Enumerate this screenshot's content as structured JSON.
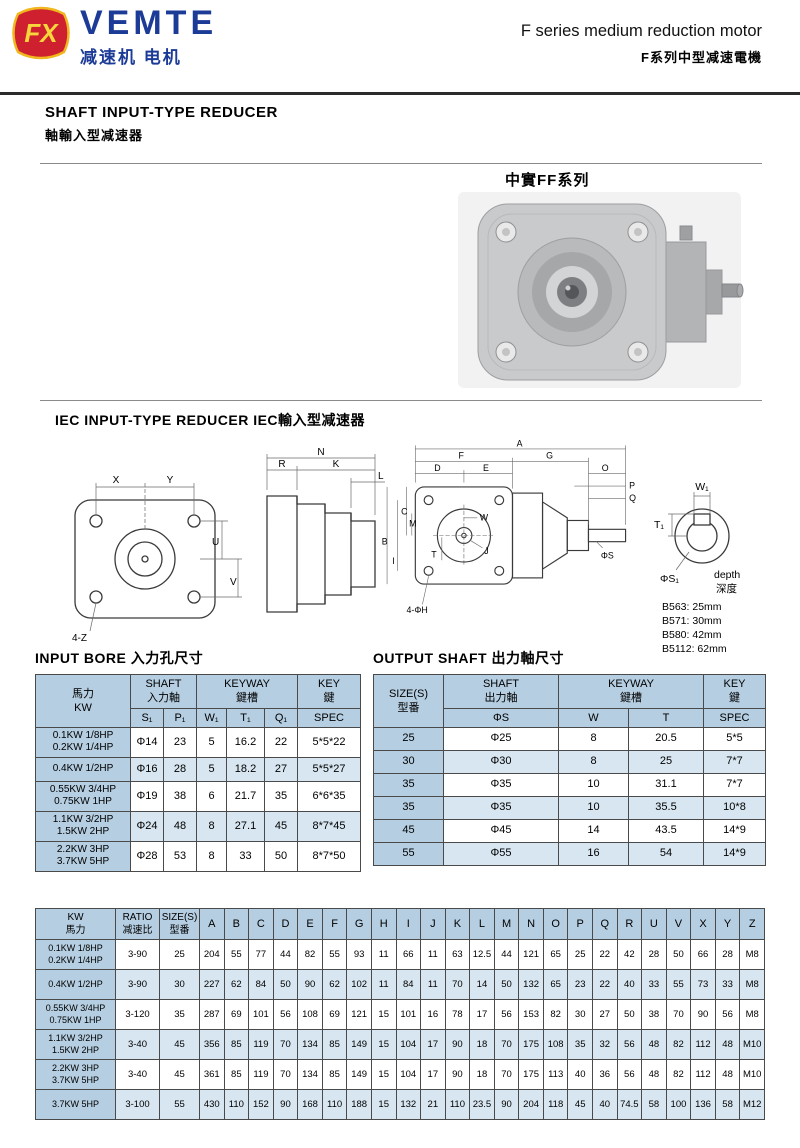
{
  "header": {
    "logo_text": "FX",
    "brand": "VEMTE",
    "brand_sub": "减速机 电机",
    "title_en": "F series medium reduction motor",
    "title_zh": "F系列中型减速電機"
  },
  "section": {
    "title_en": "SHAFT INPUT-TYPE REDUCER",
    "title_zh": "軸輸入型减速器",
    "series_label": "中實FF系列"
  },
  "iec": {
    "title": "IEC INPUT-TYPE REDUCER  IEC輸入型减速器",
    "labels": {
      "x": "X",
      "y": "Y",
      "u": "U",
      "v": "V",
      "z4": "4-Z",
      "n": "N",
      "r": "R",
      "k": "K",
      "l": "L",
      "a": "A",
      "f": "F",
      "g": "G",
      "d": "D",
      "e": "E",
      "o": "O",
      "p": "P",
      "q": "Q",
      "c": "C",
      "m": "M",
      "b": "B",
      "i": "I",
      "t": "T",
      "w": "W",
      "j": "J",
      "phis": "ΦS",
      "h4": "4-ΦH",
      "w1": "W₁",
      "t1": "T₁",
      "phis1": "ΦS₁",
      "depth_en": "depth",
      "depth_zh": "深度"
    },
    "depth_notes": [
      "B563: 25mm",
      "B571: 30mm",
      "B580: 42mm",
      "B5112: 62mm"
    ]
  },
  "input_bore": {
    "title": "INPUT BORE 入力孔尺寸",
    "headers": {
      "power": "馬力\nKW",
      "shaft": "SHAFT\n入力軸",
      "keyway": "KEYWAY\n鍵槽",
      "key": "KEY\n鍵",
      "s1": "S₁",
      "p1": "P₁",
      "w1": "W₁",
      "t1": "T₁",
      "q1": "Q₁",
      "spec": "SPEC"
    },
    "rows": [
      [
        "0.1KW 1/8HP\n0.2KW 1/4HP",
        "Φ14",
        "23",
        "5",
        "16.2",
        "22",
        "5*5*22"
      ],
      [
        "0.4KW 1/2HP",
        "Φ16",
        "28",
        "5",
        "18.2",
        "27",
        "5*5*27"
      ],
      [
        "0.55KW 3/4HP\n0.75KW 1HP",
        "Φ19",
        "38",
        "6",
        "21.7",
        "35",
        "6*6*35"
      ],
      [
        "1.1KW 3/2HP\n1.5KW 2HP",
        "Φ24",
        "48",
        "8",
        "27.1",
        "45",
        "8*7*45"
      ],
      [
        "2.2KW 3HP\n3.7KW 5HP",
        "Φ28",
        "53",
        "8",
        "33",
        "50",
        "8*7*50"
      ]
    ]
  },
  "output_shaft": {
    "title": "OUTPUT SHAFT  出力軸尺寸",
    "headers": {
      "size": "SIZE(S)\n型番",
      "shaft": "SHAFT\n出力軸",
      "keyway": "KEYWAY\n鍵槽",
      "key": "KEY\n鍵",
      "phis": "ΦS",
      "w": "W",
      "t": "T",
      "spec": "SPEC"
    },
    "rows": [
      [
        "25",
        "Φ25",
        "8",
        "20.5",
        "5*5"
      ],
      [
        "30",
        "Φ30",
        "8",
        "25",
        "7*7"
      ],
      [
        "35",
        "Φ35",
        "10",
        "31.1",
        "7*7"
      ],
      [
        "35",
        "Φ35",
        "10",
        "35.5",
        "10*8"
      ],
      [
        "45",
        "Φ45",
        "14",
        "43.5",
        "14*9"
      ],
      [
        "55",
        "Φ55",
        "16",
        "54",
        "14*9"
      ]
    ]
  },
  "dim_table": {
    "headers": {
      "kw": "KW\n馬力",
      "ratio": "RATIO\n减速比",
      "size": "SIZE(S)\n型番"
    },
    "letters": [
      "A",
      "B",
      "C",
      "D",
      "E",
      "F",
      "G",
      "H",
      "I",
      "J",
      "K",
      "L",
      "M",
      "N",
      "O",
      "P",
      "Q",
      "R",
      "U",
      "V",
      "X",
      "Y",
      "Z"
    ],
    "rows": [
      [
        "0.1KW 1/8HP\n0.2KW 1/4HP",
        "3-90",
        "25",
        "204",
        "55",
        "77",
        "44",
        "82",
        "55",
        "93",
        "11",
        "66",
        "11",
        "63",
        "12.5",
        "44",
        "121",
        "65",
        "25",
        "22",
        "42",
        "28",
        "50",
        "66",
        "28",
        "M8"
      ],
      [
        "0.4KW 1/2HP",
        "3-90",
        "30",
        "227",
        "62",
        "84",
        "50",
        "90",
        "62",
        "102",
        "11",
        "84",
        "11",
        "70",
        "14",
        "50",
        "132",
        "65",
        "23",
        "22",
        "40",
        "33",
        "55",
        "73",
        "33",
        "M8"
      ],
      [
        "0.55KW 3/4HP\n0.75KW 1HP",
        "3-120",
        "35",
        "287",
        "69",
        "101",
        "56",
        "108",
        "69",
        "121",
        "15",
        "101",
        "16",
        "78",
        "17",
        "56",
        "153",
        "82",
        "30",
        "27",
        "50",
        "38",
        "70",
        "90",
        "56",
        "M8"
      ],
      [
        "1.1KW 3/2HP\n1.5KW 2HP",
        "3-40",
        "45",
        "356",
        "85",
        "119",
        "70",
        "134",
        "85",
        "149",
        "15",
        "104",
        "17",
        "90",
        "18",
        "70",
        "175",
        "108",
        "35",
        "32",
        "56",
        "48",
        "82",
        "112",
        "48",
        "M10"
      ],
      [
        "2.2KW 3HP\n3.7KW 5HP",
        "3-40",
        "45",
        "361",
        "85",
        "119",
        "70",
        "134",
        "85",
        "149",
        "15",
        "104",
        "17",
        "90",
        "18",
        "70",
        "175",
        "113",
        "40",
        "36",
        "56",
        "48",
        "82",
        "112",
        "48",
        "M10"
      ],
      [
        "3.7KW 5HP",
        "3-100",
        "55",
        "430",
        "110",
        "152",
        "90",
        "168",
        "110",
        "188",
        "15",
        "132",
        "21",
        "110",
        "23.5",
        "90",
        "204",
        "118",
        "45",
        "40",
        "74.5",
        "58",
        "100",
        "136",
        "58",
        "M12"
      ]
    ]
  }
}
